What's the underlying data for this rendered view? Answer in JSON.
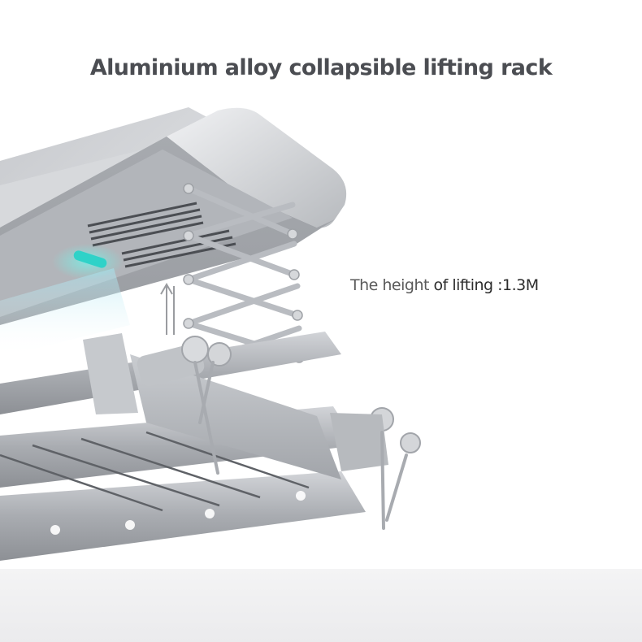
{
  "product": {
    "headline": "Aluminium alloy collapsible lifting rack",
    "caption_part1": "The height ",
    "caption_part2": "of lifting :1.3M"
  },
  "colors": {
    "headline": "#4b4d52",
    "indicator_light": "#2fd2c8",
    "frame_silver": "#b8bbc0",
    "background": "#ffffff"
  },
  "icons": [
    "lift-arrow-icon"
  ]
}
